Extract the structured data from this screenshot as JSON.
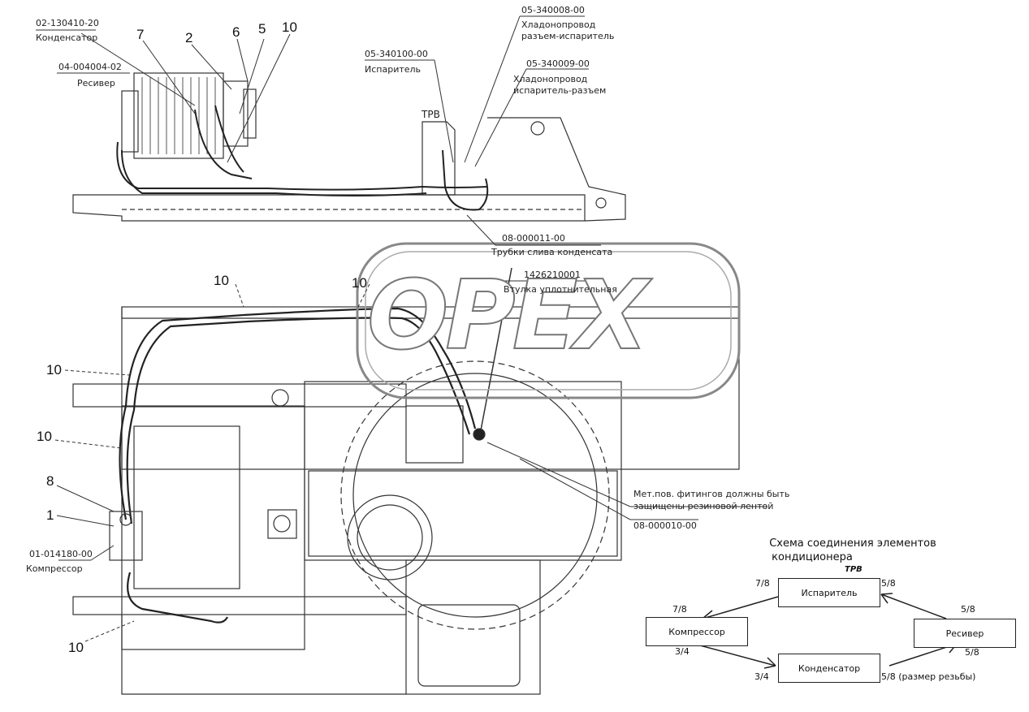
{
  "top_view": {
    "callouts": [
      {
        "text": "7"
      },
      {
        "text": "2"
      },
      {
        "text": "6"
      },
      {
        "text": "5"
      },
      {
        "text": "10"
      }
    ],
    "condenser_part": "02-130410-20",
    "condenser_name": "Конденсатор",
    "receiver_part": "04-004004-02",
    "receiver_name": "Ресивер",
    "evaporator_part": "05-340100-00",
    "evaporator_name": "Испаритель",
    "trv": "ТРВ",
    "line1_part": "05-340008-00",
    "line1_name": "Хладонопровод",
    "line1_name2": "разъем-испаритель",
    "line2_part": "05-340009-00",
    "line2_name": "Хладонопровод",
    "line2_name2": "испаритель-разъем",
    "drain_part": "08-000011-00",
    "drain_name": "Трубки слива конденсата"
  },
  "plan_view": {
    "callouts": [
      {
        "text": "10"
      },
      {
        "text": "10"
      },
      {
        "text": "10"
      },
      {
        "text": "10"
      },
      {
        "text": "8"
      },
      {
        "text": "1"
      },
      {
        "text": "10"
      }
    ],
    "bushing_part": "1426210001",
    "bushing_name": "Втулка уплотнительная",
    "note_line1": "Мет.пов. фитингов должны быть",
    "note_line2": "защищены резиновой лентой",
    "tape_part": "08-000010-00",
    "compressor_part": "01-014180-00",
    "compressor_name": "Компрессор"
  },
  "watermark": "OPEX",
  "schema": {
    "title_line1": "Схема соединения элементов",
    "title_line2": "кондиционера",
    "trv": "ТРВ",
    "evaporator": "Испаритель",
    "compressor": "Компрессор",
    "receiver": "Ресивер",
    "condenser": "Конденсатор",
    "labels": {
      "evap_left": "7/8",
      "evap_right": "5/8",
      "comp_in": "7/8",
      "comp_out": "3/4",
      "rec_top": "5/8",
      "rec_bottom": "5/8",
      "cond_in": "3/4",
      "cond_out": "5/8 (размер резьбы)"
    }
  }
}
